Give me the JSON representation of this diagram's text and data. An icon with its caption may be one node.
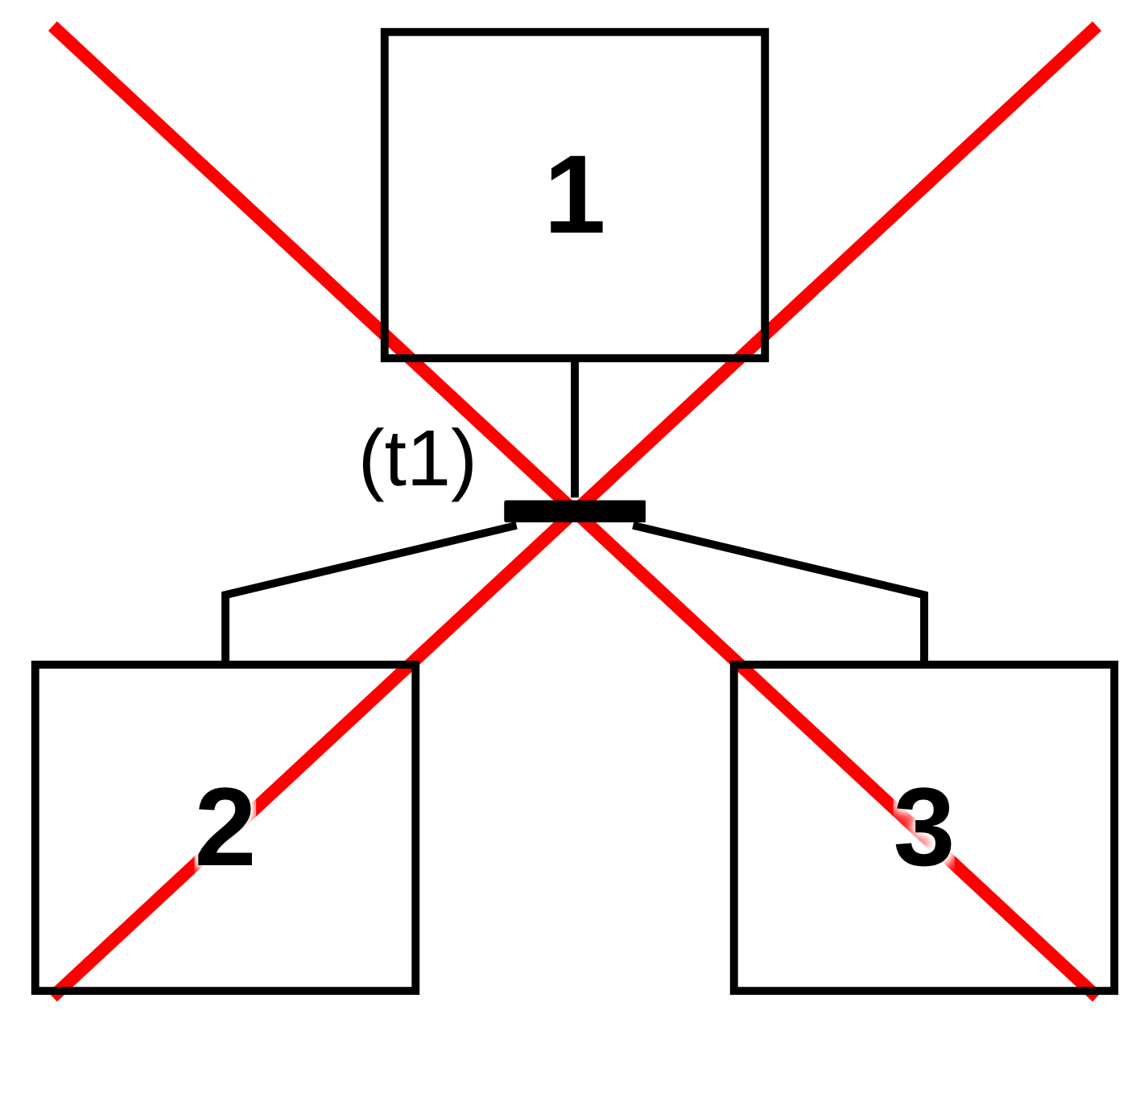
{
  "diagram": {
    "nodes": [
      {
        "text": [
          "1"
        ]
      },
      {
        "text": [],
        "shape": "bar",
        "beside": [
          "(t1)"
        ]
      },
      {
        "text": [
          "2"
        ]
      },
      {
        "text": [
          "3"
        ]
      }
    ],
    "edges": [
      {
        "from": 0,
        "to": 1,
        "arrow": "none"
      },
      {
        "from": 1,
        "to": 2,
        "arrow": "none"
      },
      {
        "from": 1,
        "to": 3,
        "arrow": "none"
      }
    ]
  }
}
